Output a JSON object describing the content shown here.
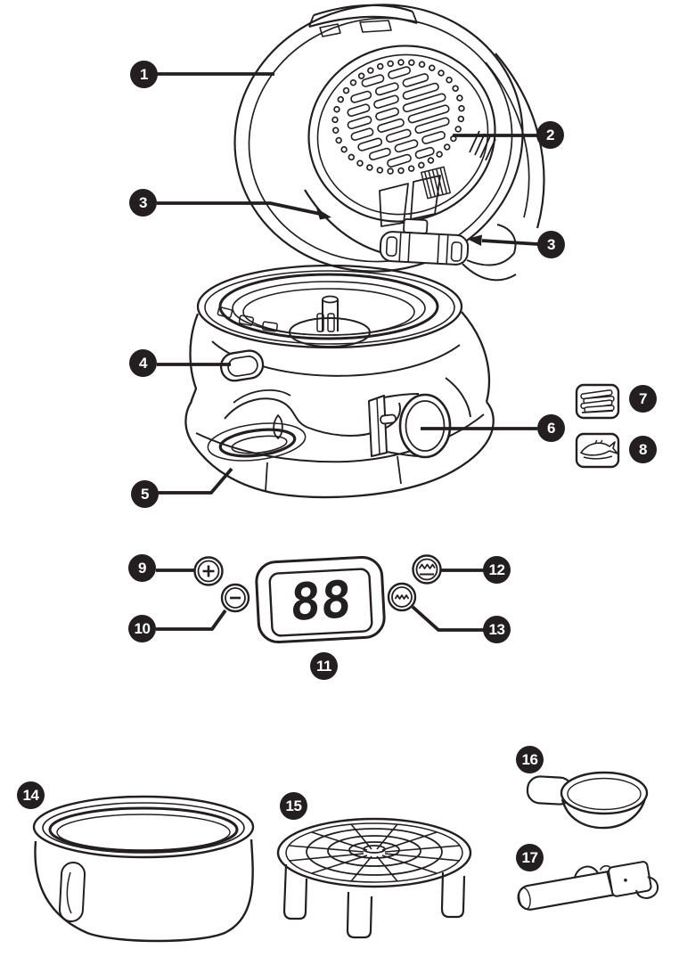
{
  "colors": {
    "ink": "#231f20",
    "paper": "#ffffff",
    "callout_fill": "#231f20",
    "callout_text": "#ffffff"
  },
  "display": {
    "value": "88"
  },
  "callouts": [
    {
      "label": "1"
    },
    {
      "label": "2"
    },
    {
      "label": "3"
    },
    {
      "label": "3"
    },
    {
      "label": "4"
    },
    {
      "label": "5"
    },
    {
      "label": "6"
    },
    {
      "label": "7"
    },
    {
      "label": "8"
    },
    {
      "label": "9"
    },
    {
      "label": "10"
    },
    {
      "label": "11"
    },
    {
      "label": "12"
    },
    {
      "label": "13"
    },
    {
      "label": "14"
    },
    {
      "label": "15"
    },
    {
      "label": "16"
    },
    {
      "label": "17"
    }
  ],
  "icons": {
    "grill": "lid-grill-vent-icon",
    "fries": "french-fries-icon",
    "fish": "fish-icon",
    "plus": "plus-button-icon",
    "minus": "minus-button-icon",
    "upper_heat": "upper-heat-element-icon",
    "lower_heat": "lower-heat-element-icon"
  }
}
